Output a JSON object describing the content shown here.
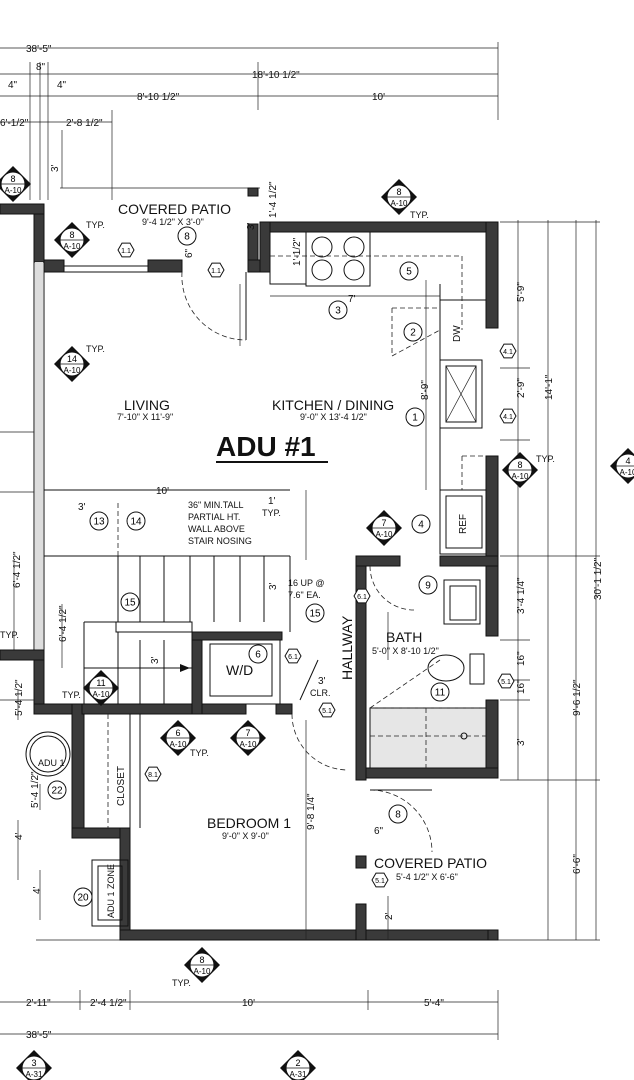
{
  "title": "ADU #1",
  "rooms": {
    "covered_patio_top": {
      "name": "COVERED PATIO",
      "size": "9'-4 1/2\" X 3'-0\""
    },
    "living": {
      "name": "LIVING",
      "size": "7'-10\" X 11'-9\""
    },
    "kitchen": {
      "name": "KITCHEN / DINING",
      "size": "9'-0\" X 13'-4 1/2\""
    },
    "bath": {
      "name": "BATH",
      "size": "5'-0\" X 8'-10 1/2\""
    },
    "bedroom": {
      "name": "BEDROOM 1",
      "size": "9'-0\" X 9'-0\""
    },
    "covered_patio_bottom": {
      "name": "COVERED PATIO",
      "size": "5'-4 1/2\" X 6'-6\""
    },
    "hallway": "HALLWAY",
    "closet": "CLOSET",
    "wd": "W/D",
    "ref": "REF",
    "dw": "DW"
  },
  "notes": {
    "partial_wall": [
      "36\" MIN.TALL",
      "PARTIAL HT.",
      "WALL ABOVE",
      "STAIR NOSING"
    ],
    "stair": [
      "16 UP @",
      "7.6\" EA."
    ],
    "typ": "TYP.",
    "clr": "CLR.",
    "adu1": "ADU 1",
    "adu1_zone": "ADU 1 ZONE"
  },
  "dimensions": {
    "top_overall": "38'-5\"",
    "top_18": "18'-10 1/2\"",
    "top_8": "8\"",
    "top_4a": "4\"",
    "top_4b": "4\"",
    "top_810": "8'-10 1/2\"",
    "top_10": "10'",
    "d_2_8": "2'-8 1/2\"",
    "d_6_left": "6'-1/2\"",
    "d_3": "3'",
    "d_1_4": "1'-4 1/2\"",
    "d_3_patio": "3'",
    "d_1_2": "1'-1/2\"",
    "d_7": "7'",
    "d_8_9": "8'-9\"",
    "d_5_9": "5'-9\"",
    "d_2_9": "2'-9\"",
    "d_14_1": "14'-1\"",
    "d_30": "30'-1 1/2\"",
    "d_10_mid": "10'",
    "d_3_mid": "3'",
    "d_1_mid": "1'",
    "d_3_stair": "3'",
    "d_3_4": "3'-4 1/4\"",
    "d_16a": "16\"",
    "d_16b": "16\"",
    "d_3_bath": "3'",
    "d_9_6": "9'-6 1/2\"",
    "d_6_6": "6'-6\"",
    "d_9_8": "9'-8 1/4\"",
    "d_6_4": "6'-4 1/2\"",
    "d_6_4b": "6'-4 1/2\"",
    "d_5_4": "5'-4 1/2\"",
    "d_5_4b": "5'-4 1/2\"",
    "d_4a": "4'",
    "d_4b": "4'",
    "d_2": "2'",
    "d_6": "6\"",
    "d_6b": "6\"",
    "d_3_clr": "3'",
    "bot_2_11": "2'-11\"",
    "bot_2_4": "2'-4 1/2\"",
    "bot_10": "10'",
    "bot_5_4": "5'-4\"",
    "bot_overall": "38'-5\""
  },
  "keys": [
    "1",
    "2",
    "3",
    "4",
    "5",
    "6",
    "8",
    "9",
    "11",
    "13",
    "14",
    "15",
    "15",
    "20",
    "22",
    "8",
    "8"
  ],
  "sections": {
    "s8a": {
      "num": "8",
      "sheet": "A-10"
    },
    "s8b": {
      "num": "8",
      "sheet": "A-10"
    },
    "s8c": {
      "num": "8",
      "sheet": "A-10"
    },
    "s8d": {
      "num": "8",
      "sheet": "A-10"
    },
    "s14": {
      "num": "14",
      "sheet": "A-10"
    },
    "s7a": {
      "num": "7",
      "sheet": "A-10"
    },
    "s11": {
      "num": "11",
      "sheet": "A-10"
    },
    "s6": {
      "num": "6",
      "sheet": "A-10"
    },
    "s7b": {
      "num": "7",
      "sheet": "A-10"
    },
    "s8e": {
      "num": "8",
      "sheet": "A-10"
    },
    "s3": {
      "num": "3",
      "sheet": "A-31"
    },
    "s2": {
      "num": "2",
      "sheet": "A-31"
    },
    "s4": {
      "num": "4",
      "sheet": "A-10"
    }
  },
  "tags": {
    "t1": "1.1",
    "t2": "1.1",
    "t3": "6.1",
    "t4": "5.1",
    "t5": "8.1",
    "t6": "5.1",
    "t7": "4.1",
    "t8": "4.1",
    "t9": "5.1",
    "t10": "6.1"
  }
}
